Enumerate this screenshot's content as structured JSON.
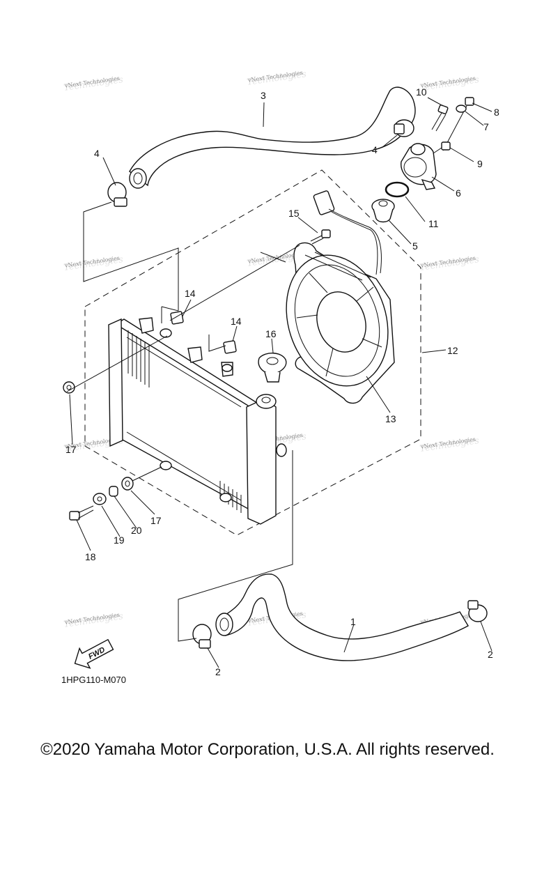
{
  "diagram": {
    "code": "1HPG110-M070",
    "fwd_label": "FWD",
    "watermark_text": "vNext Technologies",
    "watermark_ghost": "Technologies",
    "callouts": [
      "1",
      "2",
      "2",
      "3",
      "4",
      "4",
      "5",
      "6",
      "7",
      "8",
      "9",
      "10",
      "11",
      "12",
      "13",
      "14",
      "14",
      "15",
      "16",
      "17",
      "17",
      "18",
      "19",
      "20"
    ]
  },
  "footer": {
    "copyright": "©2020 Yamaha Motor Corporation, U.S.A. All rights reserved."
  }
}
